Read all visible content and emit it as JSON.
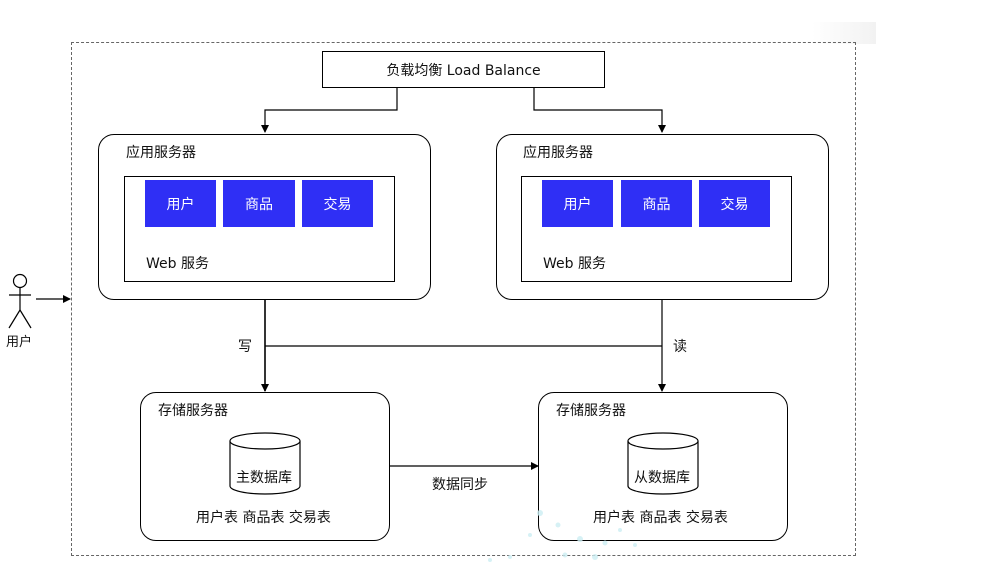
{
  "load_balancer": {
    "label": "负载均衡 Load Balance"
  },
  "app_servers": [
    {
      "title": "应用服务器",
      "modules": [
        "用户",
        "商品",
        "交易"
      ],
      "web_label": "Web 服务"
    },
    {
      "title": "应用服务器",
      "modules": [
        "用户",
        "商品",
        "交易"
      ],
      "web_label": "Web 服务"
    }
  ],
  "edges": {
    "write": "写",
    "read": "读",
    "sync": "数据同步"
  },
  "actor": {
    "label": "用户"
  },
  "storage_servers": [
    {
      "title": "存储服务器",
      "db": "主数据库",
      "tables": "用户表 商品表 交易表"
    },
    {
      "title": "存储服务器",
      "db": "从数据库",
      "tables": "用户表 商品表 交易表"
    }
  ],
  "colors": {
    "module_fill": "#2f2ff5",
    "line": "#000000"
  }
}
